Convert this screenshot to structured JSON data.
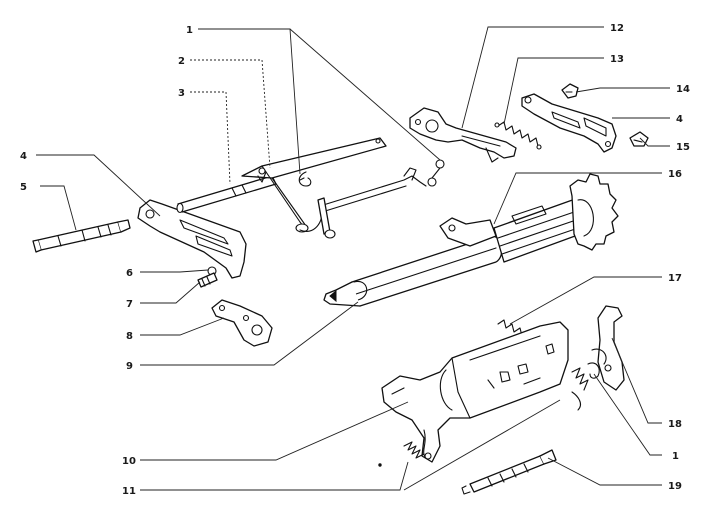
{
  "diagram": {
    "callouts": [
      {
        "id": "c1a",
        "label": "1"
      },
      {
        "id": "c2",
        "label": "2"
      },
      {
        "id": "c3",
        "label": "3"
      },
      {
        "id": "c4a",
        "label": "4"
      },
      {
        "id": "c5",
        "label": "5"
      },
      {
        "id": "c6",
        "label": "6"
      },
      {
        "id": "c7",
        "label": "7"
      },
      {
        "id": "c8",
        "label": "8"
      },
      {
        "id": "c9",
        "label": "9"
      },
      {
        "id": "c10",
        "label": "10"
      },
      {
        "id": "c11",
        "label": "11"
      },
      {
        "id": "c12",
        "label": "12"
      },
      {
        "id": "c13",
        "label": "13"
      },
      {
        "id": "c14",
        "label": "14"
      },
      {
        "id": "c4b",
        "label": "4"
      },
      {
        "id": "c15",
        "label": "15"
      },
      {
        "id": "c16a",
        "label": "16"
      },
      {
        "id": "c17",
        "label": "17"
      },
      {
        "id": "c18",
        "label": "18"
      },
      {
        "id": "c1b",
        "label": "1"
      },
      {
        "id": "c19",
        "label": "19"
      }
    ]
  }
}
